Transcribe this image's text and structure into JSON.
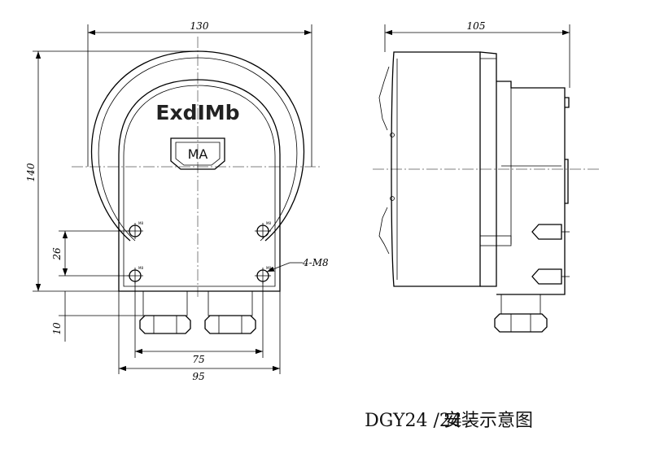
{
  "front_view": {
    "brand_text": "ExdIMb",
    "badge_text": "MA",
    "hole_label": "M8",
    "hole_callout": "4-M8",
    "dimensions": {
      "width_top": "130",
      "height_left": "140",
      "hole_spacing_vertical": "26",
      "bottom_offset": "10",
      "hole_spacing_horizontal": "75",
      "base_width": "95"
    }
  },
  "side_view": {
    "dimensions": {
      "depth_top": "105"
    }
  },
  "caption": {
    "model": "DGY24 /24",
    "title": "安装示意图"
  }
}
